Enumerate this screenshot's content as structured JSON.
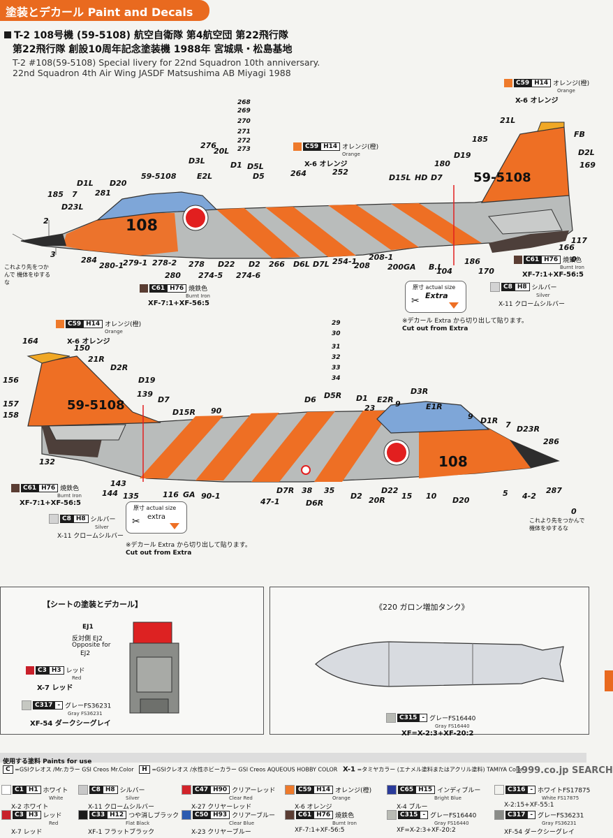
{
  "header": {
    "title": "塗装とデカール Paint and Decals"
  },
  "subject": {
    "line1": "T-2 108号機 (59-5108) 航空自衛隊 第4航空団 第22飛行隊",
    "line2": "第22飛行隊 創設10周年記念塗装機 1988年 宮城県・松島基地",
    "en1": "T-2 #108(59-5108) Special livery for 22nd Squadron 10th anniversary.",
    "en2": "22nd Squadron 4th Air Wing JASDF Matsushima AB Miyagi 1988"
  },
  "aircraft": {
    "tail": "59-5108",
    "nose": "108",
    "tail_r": "59-5108",
    "nose_r": "108"
  },
  "top_callouts": {
    "c185": "185",
    "c7": "7",
    "c2": "2",
    "c3": "3",
    "cD1L": "D1L",
    "cD23L": "D23L",
    "cD20": "D20",
    "c281": "281",
    "c59": "59-5108",
    "cD3L": "D3L",
    "cE2L": "E2L",
    "c276": "276",
    "c20L": "20L",
    "cD1": "D1",
    "cD5L": "D5L",
    "cD5": "D5",
    "c264": "264",
    "c252": "252",
    "cD15L": "D15L",
    "cHD": "HD",
    "cD7": "D7",
    "cD19": "D19",
    "c180": "180",
    "c185b": "185",
    "c21L": "21L",
    "cFB": "FB",
    "cD2L": "D2L",
    "c169": "169",
    "c117": "117",
    "c166": "166",
    "c284": "284",
    "c2801": "280-1",
    "c2791": "279-1",
    "c2782": "278-2",
    "c280": "280",
    "c278": "278",
    "c2745": "274-5",
    "cD22": "D22",
    "c2746": "274-6",
    "cD2": "D2",
    "c266": "266",
    "cD6L": "D6L",
    "cD7L": "D7L",
    "c2541": "254-1",
    "c208": "208",
    "c2081": "208-1",
    "c200": "200",
    "cGA": "GA",
    "cBL": "B.L",
    "c104": "104",
    "c186": "186",
    "c170": "170",
    "c0": "0",
    "c268": "268",
    "c269": "269",
    "c270": "270",
    "c271": "271",
    "c272": "272",
    "c273": "273"
  },
  "bottom_callouts": {
    "c164": "164",
    "c150": "150",
    "c21R": "21R",
    "cD2R": "D2R",
    "cD19": "D19",
    "c156": "156",
    "c139": "139",
    "cD7": "D7",
    "c157": "157",
    "c158": "158",
    "cD15R": "D15R",
    "c90": "90",
    "cD6": "D6",
    "cD5R": "D5R",
    "cD1": "D1",
    "c23": "23",
    "cE2R": "E2R",
    "c9": "9",
    "cD3R": "D3R",
    "cE1R": "E1R",
    "c9b": "9",
    "cD1R": "D1R",
    "c7": "7",
    "cD23R": "D23R",
    "c286": "286",
    "c132": "132",
    "c143": "143",
    "c144": "144",
    "c135": "135",
    "c116": "116",
    "cGA": "GA",
    "c901": "90-1",
    "cD7R": "D7R",
    "c471": "47-1",
    "c38": "38",
    "cD6R": "D6R",
    "c35": "35",
    "cD2": "D2",
    "c20R": "20R",
    "cD22": "D22",
    "c15": "15",
    "c10": "10",
    "cD20": "D20",
    "c5": "5",
    "c42": "4-2",
    "c287": "287",
    "c0": "0",
    "c29": "29",
    "c30": "30",
    "c31": "31",
    "c32": "32",
    "c33": "33",
    "c34": "34"
  },
  "nose_note": {
    "top": "これより先をつかんで 機体をゆするな",
    "bottom": "これより先をつかんで 機体をゆするな"
  },
  "legends": {
    "orange_top": {
      "code": "C59",
      "h": "H14",
      "jp": "オレンジ(橙)",
      "en": "Orange",
      "x": "X-6 オレンジ"
    },
    "orange_mid": {
      "code": "C59",
      "h": "H14",
      "jp": "オレンジ(橙)",
      "en": "Orange",
      "x": "X-6 オレンジ"
    },
    "burnt_top": {
      "code": "C61",
      "h": "H76",
      "jp": "焼鉄色",
      "en": "Burnt Iron",
      "x": "XF-7:1+XF-56:5"
    },
    "burnt_left": {
      "code": "C61",
      "h": "H76",
      "jp": "焼鉄色",
      "en": "Burnt Iron",
      "x": "XF-7:1+XF-56:5"
    },
    "silver_top": {
      "code": "C8",
      "h": "H8",
      "jp": "シルバー",
      "en": "Silver",
      "x": "X-11 クロームシルバー"
    },
    "silver_left": {
      "code": "C8",
      "h": "H8",
      "jp": "シルバー",
      "en": "Silver",
      "x": "X-11 クロームシルバー"
    },
    "orange_bottom": {
      "code": "C59",
      "h": "H14",
      "jp": "オレンジ(橙)",
      "en": "Orange",
      "x": "X-6 オレンジ"
    },
    "burnt_bottom": {
      "code": "C61",
      "h": "H76",
      "jp": "焼鉄色",
      "en": "Burnt Iron",
      "x": "XF-7:1+XF-56:5"
    }
  },
  "extra_box": {
    "label": "原寸 actual size",
    "word": "Extra",
    "label2": "原寸 actual size",
    "word2": "extra"
  },
  "cut_note": {
    "jp1": "※デカール Extra から切り出して貼ります。",
    "en1": "Cut out from Extra",
    "jp2": "※デカール Extra から切り出して貼ります。",
    "en2": "Cut out from Extra"
  },
  "seat": {
    "title": "【シートの塗装とデカール】",
    "ej1": "EJ1",
    "opp": "反対側 EJ2",
    "opp_en": "Opposite for",
    "ej2": "EJ2",
    "red": {
      "code": "C3",
      "h": "H3",
      "jp": "レッド",
      "en": "Red",
      "x": "X-7 レッド"
    },
    "gray": {
      "code": "C317",
      "h": "-",
      "jp": "グレーFS36231",
      "en": "Gray FS36231",
      "x": "XF-54 ダークシーグレイ"
    }
  },
  "tank": {
    "title": "《220 ガロン増加タンク》",
    "gray": {
      "code": "C315",
      "h": "-",
      "jp": "グレーFS16440",
      "en": "Gray FS16440",
      "x": "XF=X-2:3+XF-20:2"
    }
  },
  "paints": {
    "header": "使用する塗料 Paints for use",
    "key1": "=GSIクレオス /Mr.カラー GSI Creos Mr.Color",
    "key2": "=GSIクレオス /水性ホビーカラー GSI Creos AQUEOUS HOBBY COLOR",
    "key3": "=タミヤカラー (エナメル塗料またはアクリル塗料) TAMIYA Color",
    "key1_code": "C",
    "key2_code": "H",
    "key3_code": "X-1",
    "items": [
      {
        "code": "C1",
        "h": "H1",
        "jp": "ホワイト",
        "en": "White",
        "x": "X-2 ホワイト",
        "color": "#ffffff"
      },
      {
        "code": "C8",
        "h": "H8",
        "jp": "シルバー",
        "en": "Silver",
        "x": "X-11 クロームシルバー",
        "color": "#c8c8c8"
      },
      {
        "code": "C47",
        "h": "H90",
        "jp": "クリアーレッド",
        "en": "Clear Red",
        "x": "X-27 クリヤーレッド",
        "color": "#d2232a"
      },
      {
        "code": "C59",
        "h": "H14",
        "jp": "オレンジ(橙)",
        "en": "Orange",
        "x": "X-6 オレンジ",
        "color": "#ee7a2b"
      },
      {
        "code": "C65",
        "h": "H15",
        "jp": "インディブルー",
        "en": "Bright Blue",
        "x": "X-4 ブルー",
        "color": "#2a3b9a"
      },
      {
        "code": "C316",
        "h": "-",
        "jp": "ホワイトFS17875",
        "en": "White FS17875",
        "x": "X-2:15+XF-55:1",
        "color": "#f2f2ee"
      },
      {
        "code": "C3",
        "h": "H3",
        "jp": "レッド",
        "en": "Red",
        "x": "X-7 レッド",
        "color": "#c8202a"
      },
      {
        "code": "C33",
        "h": "H12",
        "jp": "つや消しブラック",
        "en": "Flat Black",
        "x": "XF-1 フラットブラック",
        "color": "#1b1b1b"
      },
      {
        "code": "C50",
        "h": "H93",
        "jp": "クリアーブルー",
        "en": "Clear Blue",
        "x": "X-23 クリヤーブルー",
        "color": "#2c5bb0"
      },
      {
        "code": "C61",
        "h": "H76",
        "jp": "焼鉄色",
        "en": "Burnt Iron",
        "x": "XF-7:1+XF-56:5",
        "color": "#5a3d33"
      },
      {
        "code": "C315",
        "h": "-",
        "jp": "グレーFS16440",
        "en": "Gray FS16440",
        "x": "XF=X-2:3+XF-20:2",
        "color": "#b8bab4"
      },
      {
        "code": "C317",
        "h": "-",
        "jp": "グレーFS36231",
        "en": "Gray FS36231",
        "x": "XF-54 ダークシーグレイ",
        "color": "#8a8c88"
      }
    ]
  },
  "watermark": "1999.co.jp SEARCH",
  "colors": {
    "orange": "#ee6f24",
    "gray": "#b9bcbb",
    "canopy": "#7ea6d8",
    "dark": "#2d2d2d",
    "burnt": "#4d3f3a",
    "red": "#e21f1f"
  }
}
